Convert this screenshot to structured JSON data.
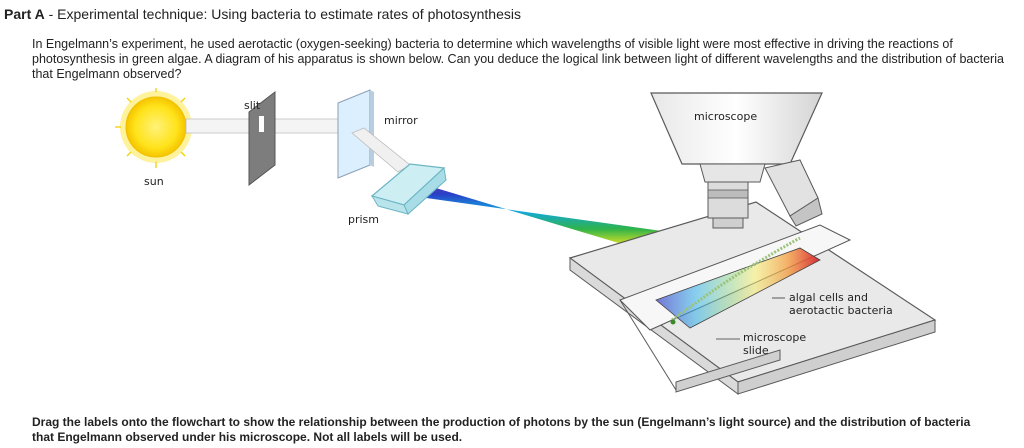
{
  "header": {
    "part": "Part A",
    "separator": " - ",
    "title": "Experimental technique: Using bacteria to estimate rates of photosynthesis"
  },
  "intro": "In Engelmann’s experiment, he used aerotactic (oxygen-seeking) bacteria to determine which wavelengths of visible light were most effective in driving the reactions of photosynthesis in green algae. A diagram of his apparatus is shown below. Can you deduce the logical link between light of different wavelengths and the distribution of bacteria that Engelmann observed?",
  "figure": {
    "labels": {
      "sun": "sun",
      "slit": "slit",
      "mirror": "mirror",
      "prism": "prism",
      "microscope": "microscope",
      "algal_line1": "algal cells and",
      "algal_line2": "aerotactic bacteria",
      "slide_line1": "microscope",
      "slide_line2": "slide"
    }
  },
  "instruction": "Drag the labels onto the flowchart to show the relationship between the production of photons by the sun (Engelmann’s light source) and the distribution of bacteria that Engelmann observed under his microscope. Not all labels will be used."
}
